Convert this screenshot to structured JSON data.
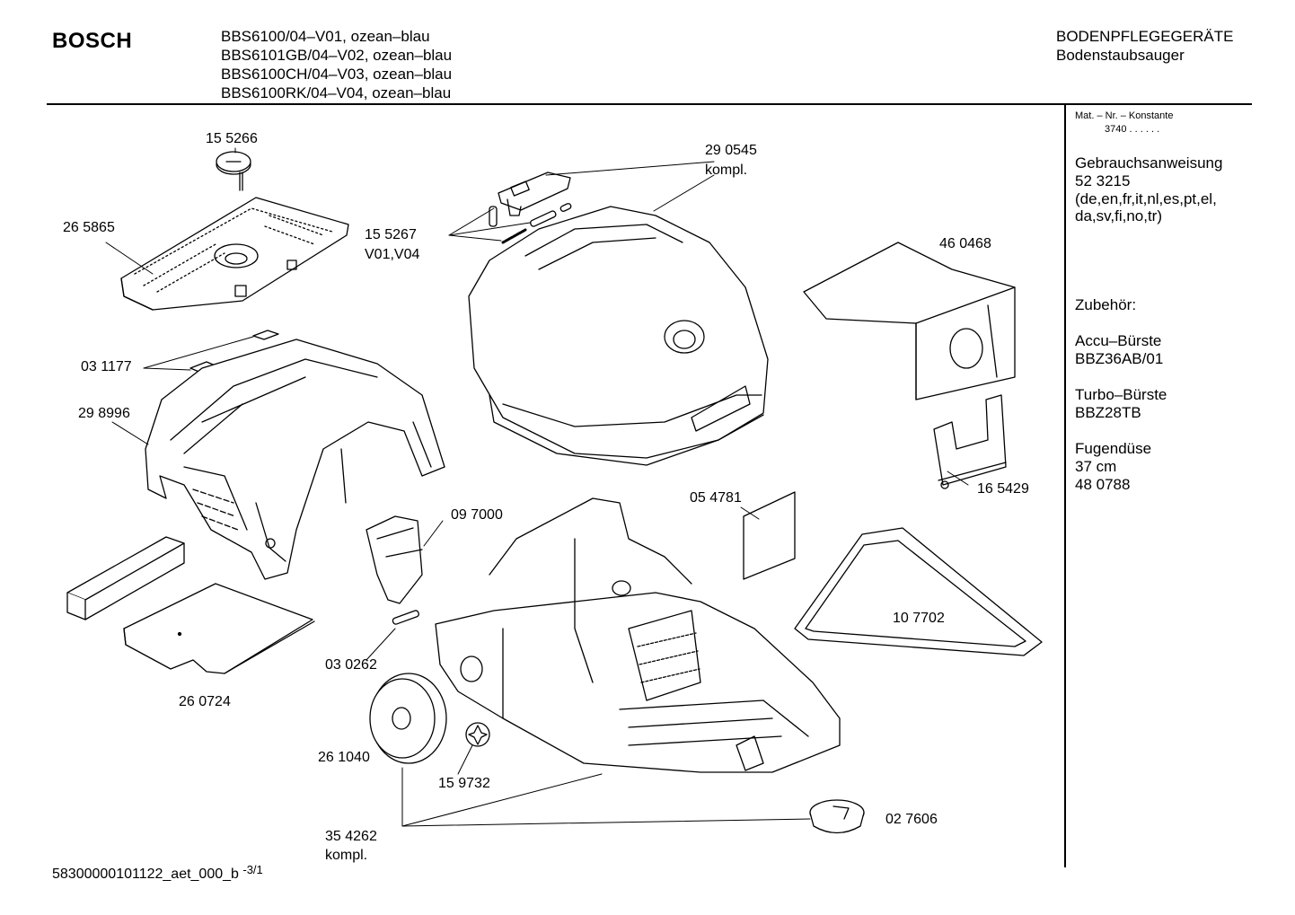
{
  "header": {
    "brand": "BOSCH",
    "models": [
      "BBS6100/04–V01, ozean–blau",
      "BBS6101GB/04–V02, ozean–blau",
      "BBS6100CH/04–V03, ozean–blau",
      "BBS6100RK/04–V04, ozean–blau"
    ],
    "category": "BODENPFLEGEGERÄTE",
    "subcategory": "Bodenstaubsauger"
  },
  "sidebar": {
    "mat_label": "Mat. – Nr. – Konstante",
    "mat_value": "3740 . . . . . .",
    "manual_title": "Gebrauchsanweisung",
    "manual_number": "52 3215",
    "manual_langs_1": "(de,en,fr,it,nl,es,pt,el,",
    "manual_langs_2": "da,sv,fi,no,tr)",
    "accessories_title": "Zubehör:",
    "accessories": [
      {
        "name": "Accu–Bürste",
        "code": "BBZ36AB/01"
      },
      {
        "name": "Turbo–Bürste",
        "code": "BBZ28TB"
      },
      {
        "name": "Fugendüse",
        "code": "37 cm",
        "extra": "48 0788"
      }
    ]
  },
  "parts": {
    "p155266": "15 5266",
    "p265865": "26 5865",
    "p290545": "29 0545",
    "p290545b": "kompl.",
    "p155267": "15 5267",
    "p155267b": "V01,V04",
    "p460468": "46 0468",
    "p031177": "03 1177",
    "p298996": "29 8996",
    "p097000": "09 7000",
    "p054781": "05 4781",
    "p165429": "16 5429",
    "p107702": "10 7702",
    "p030262": "03 0262",
    "p260724": "26 0724",
    "p261040": "26 1040",
    "p159732": "15 9732",
    "p027606": "02 7606",
    "p354262": "35 4262",
    "p354262b": "kompl."
  },
  "footer": {
    "code": "58300000101122_aet_000_b",
    "page": "-3/1"
  }
}
